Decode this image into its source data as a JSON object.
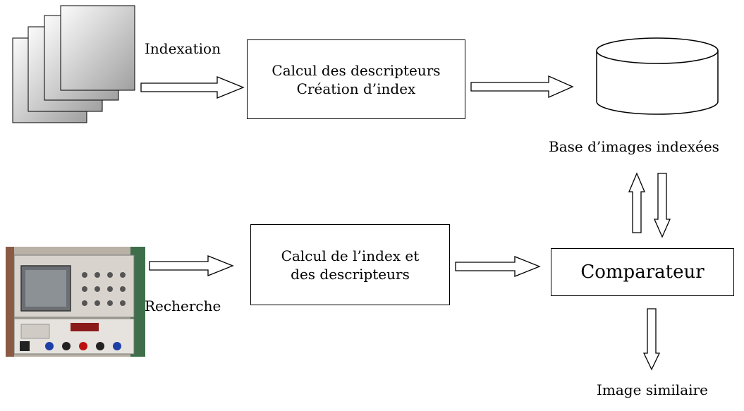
{
  "labels": {
    "indexation": "Indexation",
    "recherche": "Recherche",
    "base": "Base d’images indexées",
    "similar": "Image similaire"
  },
  "boxes": {
    "index_box": {
      "line1": "Calcul des descripteurs",
      "line2": "Création d’index"
    },
    "search_box": {
      "line1": "Calcul de l’index et",
      "line2": "des descripteurs"
    },
    "comparator": "Comparateur"
  },
  "icons": {
    "document_stack": "document-stack-icon",
    "database": "database-cylinder-icon",
    "query_image": "oscilloscope-photo-icon"
  },
  "colors": {
    "stroke": "#000000",
    "doc_gradient_light": "#fafafa",
    "doc_gradient_dark": "#9a9a9a"
  }
}
